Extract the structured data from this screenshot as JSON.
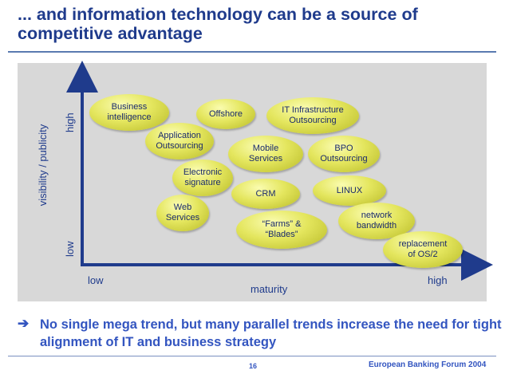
{
  "title": "... and information technology can be a source of competitive advantage",
  "axes": {
    "y_label": "visibility / publicity",
    "y_high": "high",
    "y_low": "low",
    "x_label": "maturity",
    "x_low": "low",
    "x_high": "high"
  },
  "bubbles": [
    {
      "label": "Business\nintelligence"
    },
    {
      "label": "Offshore"
    },
    {
      "label": "IT Infrastructure\nOutsourcing"
    },
    {
      "label": "Application\nOutsourcing"
    },
    {
      "label": "Mobile\nServices"
    },
    {
      "label": "BPO\nOutsourcing"
    },
    {
      "label": "Electronic\nsignature"
    },
    {
      "label": "CRM"
    },
    {
      "label": "LINUX"
    },
    {
      "label": "Web\nServices"
    },
    {
      "label": "network\nbandwidth"
    },
    {
      "label": "“Farms” &\n“Blades”"
    },
    {
      "label": "replacement\nof OS/2"
    }
  ],
  "footer": {
    "arrow": "➔",
    "text": "No single mega trend, but many parallel trends increase the need for tight alignment of IT and business strategy"
  },
  "page_number": "16",
  "forum": "European Banking Forum 2004",
  "colors": {
    "title": "#1f3b8c",
    "axis": "#1f3b8c",
    "bubble": "#e4e65e",
    "footer": "#3355c0",
    "panel": "#d8d8d8"
  }
}
